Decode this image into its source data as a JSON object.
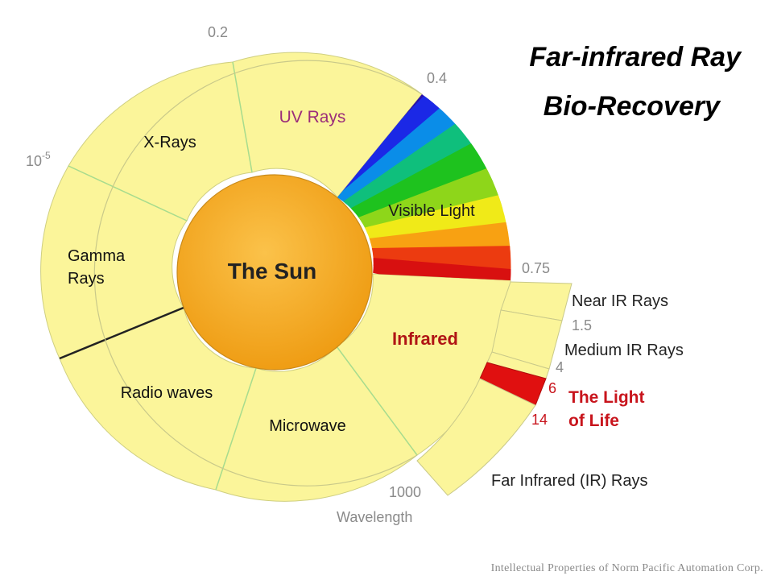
{
  "titles": {
    "line1": "Far-infrared Ray",
    "line2": "Bio-Recovery"
  },
  "center": {
    "label": "The Sun"
  },
  "sectors": {
    "x_rays": "X-Rays",
    "uv_rays": "UV Rays",
    "visible_light": "Visible Light",
    "gamma_line1": "Gamma",
    "gamma_line2": "Rays",
    "radio_waves": "Radio waves",
    "microwave": "Microwave",
    "infrared": "Infrared"
  },
  "wavelength_ticks": {
    "t02": "0.2",
    "t04": "0.4",
    "t1e5_base": "10",
    "t1e5_exp": "-5",
    "t075": "0.75",
    "t15": "1.5",
    "t4": "4",
    "t6": "6",
    "t14": "14",
    "t1000": "1000"
  },
  "axis_label": "Wavelength",
  "ir_bands": {
    "near": "Near IR Rays",
    "medium": "Medium IR Rays",
    "life_line1": "The Light",
    "life_line2": "of Life",
    "far": "Far Infrared (IR) Rays"
  },
  "colors": {
    "sector_fill": "#fbf59a",
    "sun_fill": "#f5a823",
    "life_band": "#e01010",
    "uv_text": "#9b2d7a",
    "infrared_text": "#b01515",
    "life_text": "#c8141c"
  },
  "footer": "Intellectual  Properties  of  Norm Pacific  Automation  Corp."
}
